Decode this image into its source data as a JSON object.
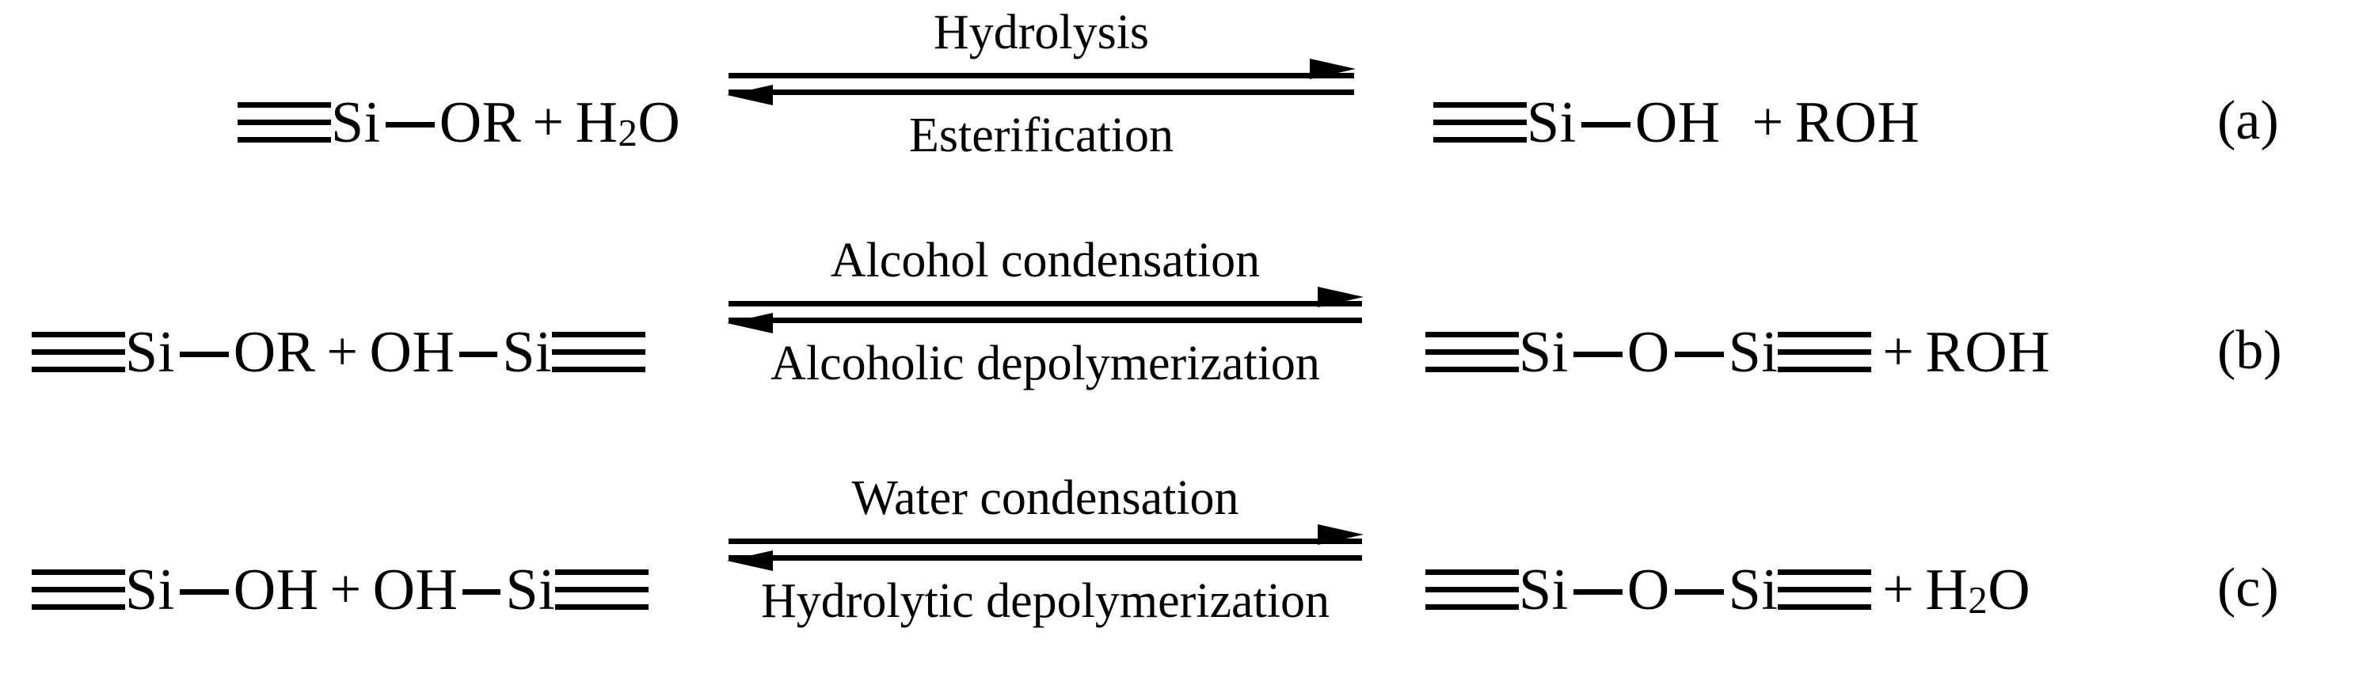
{
  "figure": {
    "kind": "chemical-reaction-scheme",
    "subject": "Sol-gel silica hydrolysis and condensation reactions",
    "background_color": "#ffffff",
    "ink_color": "#000000"
  },
  "symbols": {
    "triple_bond": "≡",
    "single_bond": "—",
    "plus": "+",
    "forward_arrow": "→",
    "reverse_arrow": "←",
    "equilibrium_arrow": "⇌"
  },
  "reactions": [
    {
      "tag": "(a)",
      "name": "Hydrolysis / Esterification",
      "reactants_text": "≡Si—OR + H2O",
      "products_text": "≡Si—OH + ROH",
      "reactants": {
        "si_label": "Si",
        "group": "OR",
        "plus": "+",
        "co_reactant": "H",
        "co_reactant_sub": "2",
        "co_reactant_tail": "O"
      },
      "products": {
        "si_label": "Si",
        "group": "OH",
        "plus": "+",
        "co_product": "ROH"
      },
      "forward_label": "Hydrolysis",
      "reverse_label": "Esterification"
    },
    {
      "tag": "(b)",
      "name": "Alcohol condensation / Alcoholic depolymerization",
      "reactants_text": "≡Si—OR + OH—Si≡",
      "products_text": "≡Si—O—Si≡ + ROH",
      "reactants": {
        "si_label_left": "Si",
        "group_left": "OR",
        "plus": "+",
        "group_right": "OH",
        "si_label_right": "Si"
      },
      "products": {
        "si_label_left": "Si",
        "bridge": "O",
        "si_label_right": "Si",
        "plus": "+",
        "co_product": "ROH"
      },
      "forward_label": "Alcohol condensation",
      "reverse_label": "Alcoholic depolymerization"
    },
    {
      "tag": "(c)",
      "name": "Water condensation / Hydrolytic depolymerization",
      "reactants_text": "≡Si—OH + OH—Si≡",
      "products_text": "≡Si—O—Si≡ + H2O",
      "reactants": {
        "si_label_left": "Si",
        "group_left": "OH",
        "plus": "+",
        "group_right": "OH",
        "si_label_right": "Si"
      },
      "products": {
        "si_label_left": "Si",
        "bridge": "O",
        "si_label_right": "Si",
        "plus": "+",
        "co_product": "H",
        "co_product_sub": "2",
        "co_product_tail": "O"
      },
      "forward_label": "Water condensation",
      "reverse_label": "Hydrolytic depolymerization"
    }
  ]
}
